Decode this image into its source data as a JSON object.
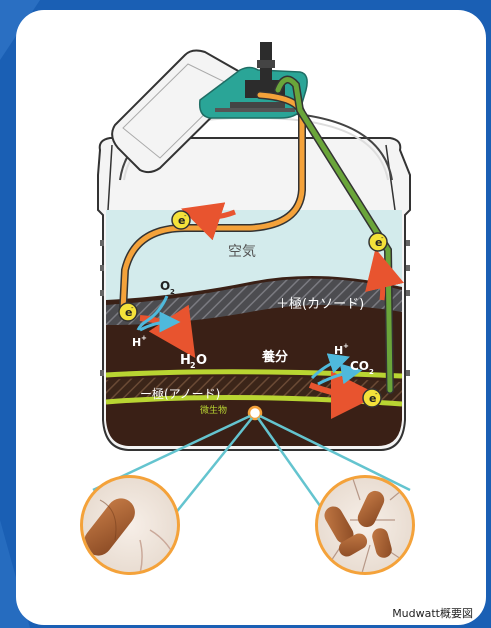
{
  "labels": {
    "air": "空気",
    "cathode": "＋極(カソード)",
    "anode": "ー極(アノード)",
    "microbes": "微生物",
    "nutrients": "養分",
    "o2": "O",
    "o2_sub": "2",
    "h_plus": "H",
    "h_plus_sup": "+",
    "h2o_h": "H",
    "h2o_sub": "2",
    "h2o_o": "O",
    "co2": "CO",
    "co2_sub": "2",
    "electron": "e",
    "electron_sup": "-"
  },
  "caption": "Mudwatt概要図",
  "colors": {
    "background_blue": "#1a5fb4",
    "panel": "#ffffff",
    "air": "#d3ebec",
    "soil_dark": "#3a2016",
    "cathode_gray": "#55555a",
    "anode_green": "#b9d532",
    "orange_wire": "#f4a23a",
    "green_wire": "#6aa53a",
    "teal_board": "#2aa597",
    "red_arrow": "#e8542f",
    "blue_arrow": "#4fb9dc",
    "electron_yellow": "#f4e23a"
  },
  "icons": [
    "electron-icon",
    "microbe-icon",
    "circuit-board-icon",
    "arrow-icon"
  ]
}
